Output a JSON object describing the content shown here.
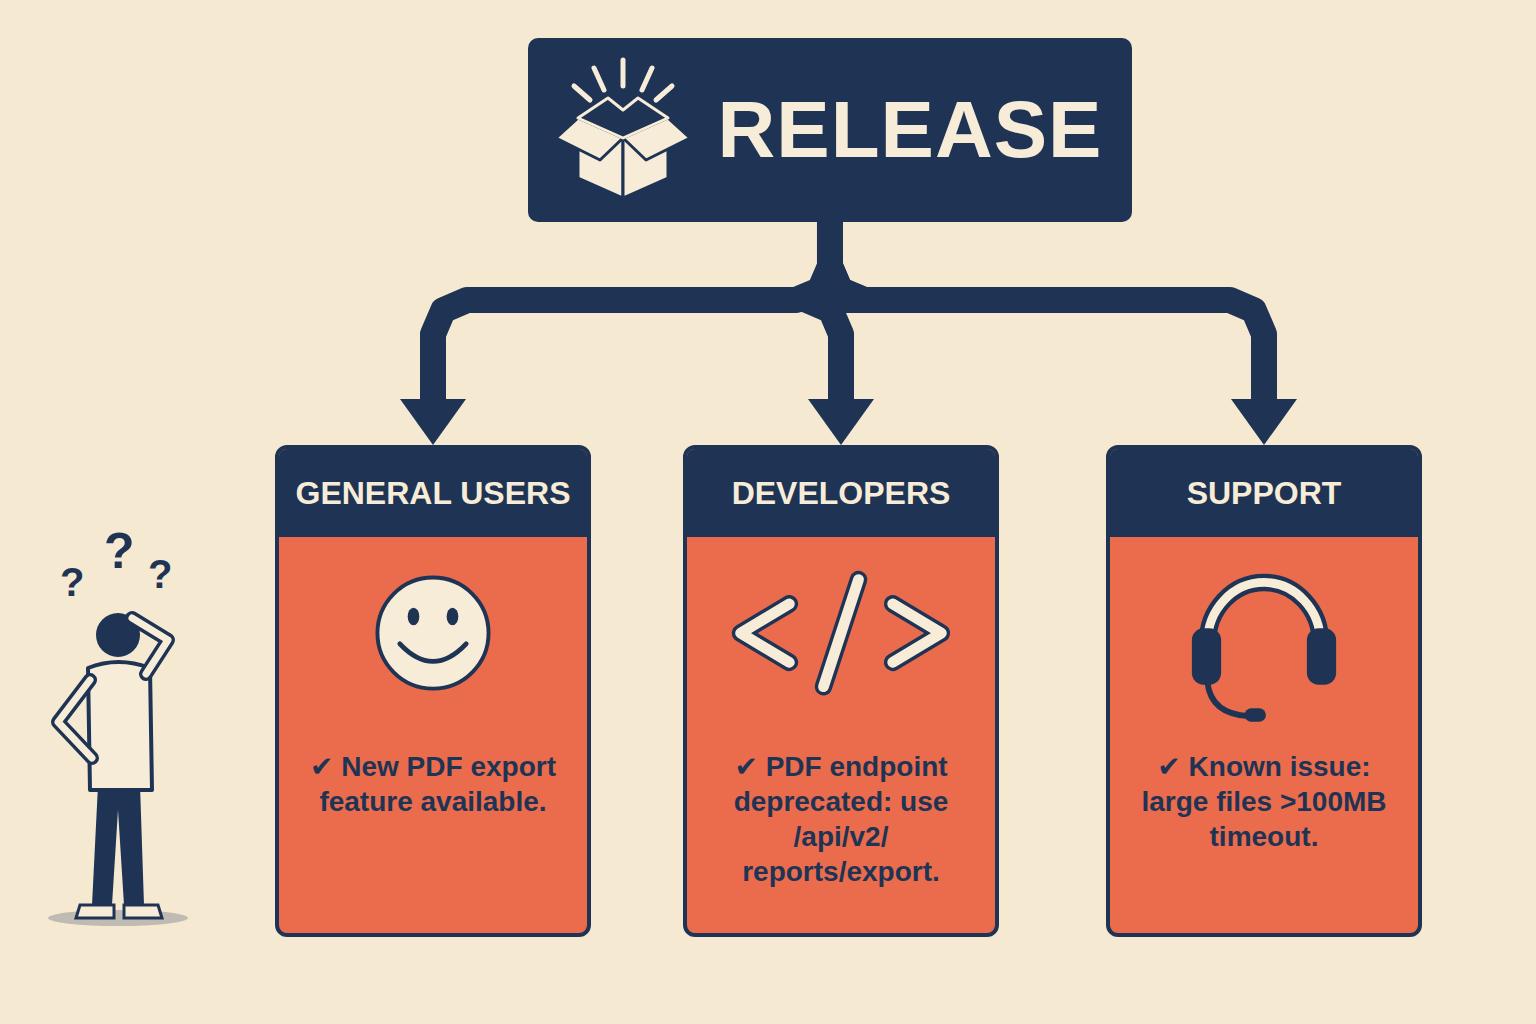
{
  "diagram": {
    "nodes": [
      {
        "text": [
          "RELEASE"
        ]
      },
      {
        "text": [
          "GENERAL USERS",
          "✔ New PDF export feature available."
        ]
      },
      {
        "text": [
          "DEVELOPERS",
          "✔ PDF endpoint deprecated: use /api/v2/ reports/export."
        ]
      },
      {
        "text": [
          "SUPPORT",
          "✔ Known issue: large files >100MB timeout."
        ]
      }
    ],
    "edges": [
      {
        "from": 0,
        "to": 1,
        "arrow": "to"
      },
      {
        "from": 0,
        "to": 2,
        "arrow": "to"
      },
      {
        "from": 0,
        "to": 3,
        "arrow": "to"
      }
    ],
    "labels": [
      "?",
      "?",
      "?"
    ]
  }
}
